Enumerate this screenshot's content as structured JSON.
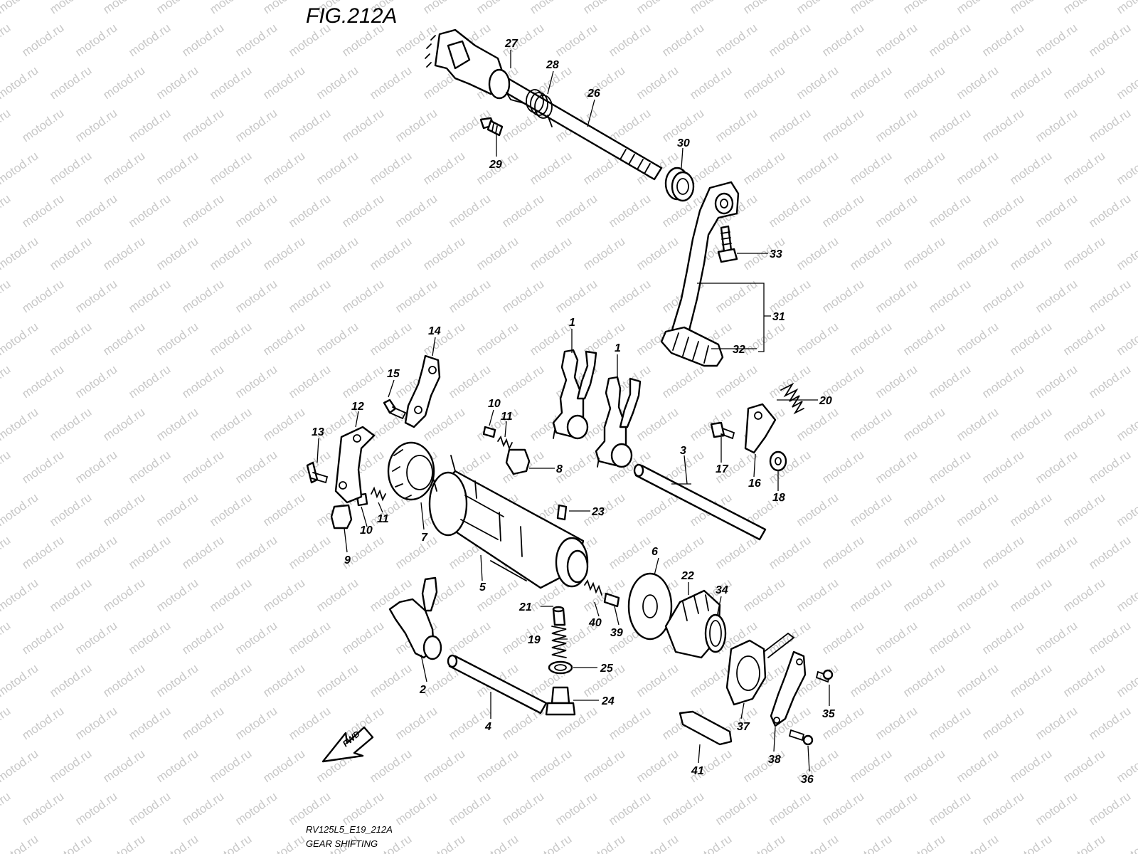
{
  "figure": {
    "title": "FIG.212A",
    "model_code": "RV125L5_E19_212A",
    "subtitle": "GEAR SHIFTING",
    "direction_label": "FWD",
    "watermark_text": "motod.ru"
  },
  "callouts": {
    "c1a": "1",
    "c1b": "1",
    "c2": "2",
    "c3": "3",
    "c4": "4",
    "c5": "5",
    "c6": "6",
    "c7": "7",
    "c8": "8",
    "c9": "9",
    "c10a": "10",
    "c10b": "10",
    "c11a": "11",
    "c11b": "11",
    "c12": "12",
    "c13": "13",
    "c14": "14",
    "c15": "15",
    "c16": "16",
    "c17": "17",
    "c18": "18",
    "c19": "19",
    "c20": "20",
    "c21": "21",
    "c22": "22",
    "c23": "23",
    "c24": "24",
    "c25": "25",
    "c26": "26",
    "c27": "27",
    "c28": "28",
    "c29": "29",
    "c30": "30",
    "c31": "31",
    "c32": "32",
    "c33": "33",
    "c34": "34",
    "c35": "35",
    "c36": "36",
    "c37": "37",
    "c38": "38",
    "c39": "39",
    "c40": "40",
    "c41": "41"
  },
  "colors": {
    "line": "#000000",
    "background": "#ffffff",
    "watermark": "#c8c8c8"
  }
}
